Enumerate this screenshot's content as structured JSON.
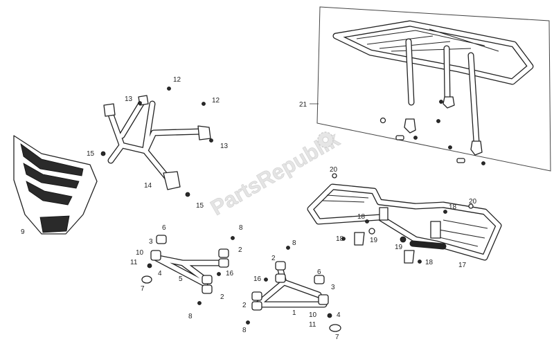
{
  "watermark": "PartsRepublik",
  "callouts": {
    "c1": "1",
    "c2a": "2",
    "c2b": "2",
    "c2c": "2",
    "c2d": "2",
    "c3a": "3",
    "c3b": "3",
    "c4a": "4",
    "c4b": "4",
    "c5": "5",
    "c6a": "6",
    "c6b": "6",
    "c7a": "7",
    "c7b": "7",
    "c8a": "8",
    "c8b": "8",
    "c8c": "8",
    "c8d": "8",
    "c9": "9",
    "c10a": "10",
    "c10b": "10",
    "c11a": "11",
    "c11b": "11",
    "c12a": "12",
    "c12b": "12",
    "c13a": "13",
    "c13b": "13",
    "c14": "14",
    "c15a": "15",
    "c15b": "15",
    "c16a": "16",
    "c16b": "16",
    "c17": "17",
    "c18a": "18",
    "c18b": "18",
    "c18c": "18",
    "c18d": "18",
    "c19a": "19",
    "c19b": "19",
    "c20a": "20",
    "c20b": "20",
    "c21": "21"
  }
}
